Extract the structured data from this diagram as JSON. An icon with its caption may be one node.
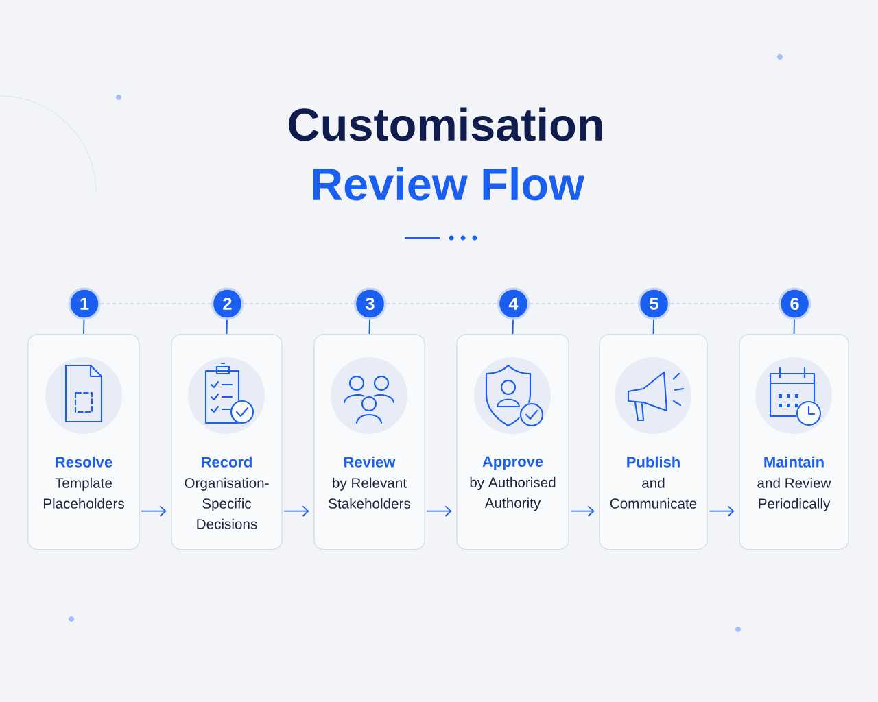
{
  "diagram": {
    "title": "Customisation",
    "labels": [
      "Review Flow"
    ],
    "nodes": [
      {
        "text": [
          "1"
        ]
      },
      {
        "text": [
          "2"
        ]
      },
      {
        "text": [
          "3"
        ]
      },
      {
        "text": [
          "4"
        ]
      },
      {
        "text": [
          "5"
        ]
      },
      {
        "text": [
          "6"
        ]
      },
      {
        "text": [
          "Resolve",
          "Template Placeholders"
        ]
      },
      {
        "text": [
          "Record",
          "Organisation-Specific Decisions"
        ]
      },
      {
        "text": [
          "Review",
          "by Relevant Stakeholders"
        ]
      },
      {
        "text": [
          "Approve",
          "by Authorised Authority"
        ]
      },
      {
        "text": [
          "Publish",
          "and Communicate"
        ]
      },
      {
        "text": [
          "Maintain",
          "and Review Periodically"
        ]
      }
    ],
    "edges": [
      {
        "from": 0,
        "to": 1,
        "arrow": "none",
        "style": "dashed",
        "color": "#a9bfee"
      },
      {
        "from": 1,
        "to": 2,
        "arrow": "none",
        "style": "dashed",
        "color": "#a9bfee"
      },
      {
        "from": 2,
        "to": 3,
        "arrow": "none",
        "style": "dashed",
        "color": "#a9bfee"
      },
      {
        "from": 3,
        "to": 4,
        "arrow": "none",
        "style": "dashed",
        "color": "#a9bfee"
      },
      {
        "from": 4,
        "to": 5,
        "arrow": "none",
        "style": "dashed",
        "color": "#a9bfee"
      },
      {
        "from": 0,
        "to": 6,
        "arrow": "none"
      },
      {
        "from": 1,
        "to": 7,
        "arrow": "none"
      },
      {
        "from": 2,
        "to": 8,
        "arrow": "none"
      },
      {
        "from": 3,
        "to": 9,
        "arrow": "none"
      },
      {
        "from": 4,
        "to": 10,
        "arrow": "none"
      },
      {
        "from": 5,
        "to": 11,
        "arrow": "none"
      },
      {
        "from": 6,
        "to": 7,
        "arrow": "to"
      },
      {
        "from": 7,
        "to": 8,
        "arrow": "to"
      },
      {
        "from": 8,
        "to": 9,
        "arrow": "to"
      },
      {
        "from": 9,
        "to": 10,
        "arrow": "to"
      },
      {
        "from": 10,
        "to": 11,
        "arrow": "to"
      }
    ]
  }
}
